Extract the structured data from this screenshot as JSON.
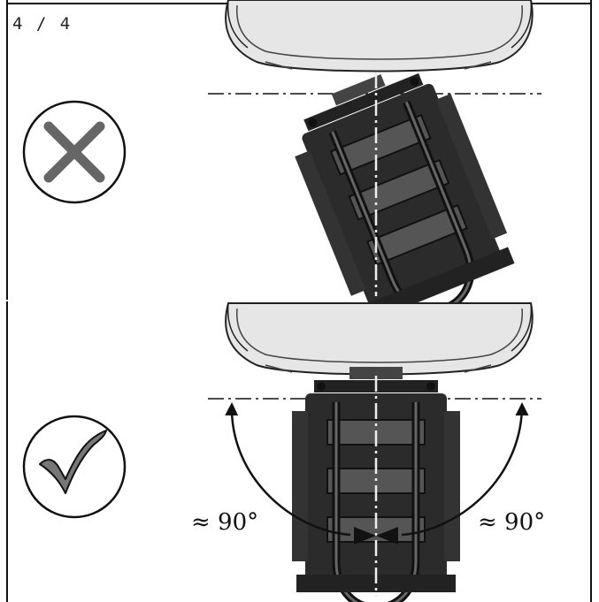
{
  "page_indicator": "4 / 4",
  "panels": [
    {
      "verdict": "incorrect",
      "icon": "cross-icon"
    },
    {
      "verdict": "correct",
      "icon": "checkmark-icon"
    }
  ],
  "angle_labels": {
    "left": "≈ 90°",
    "right": "≈ 90°"
  },
  "colors": {
    "line": "#111111",
    "mount": "#2b2b2b",
    "mount_light": "#555555",
    "car": "#e6e6e6",
    "check": "#777777"
  }
}
